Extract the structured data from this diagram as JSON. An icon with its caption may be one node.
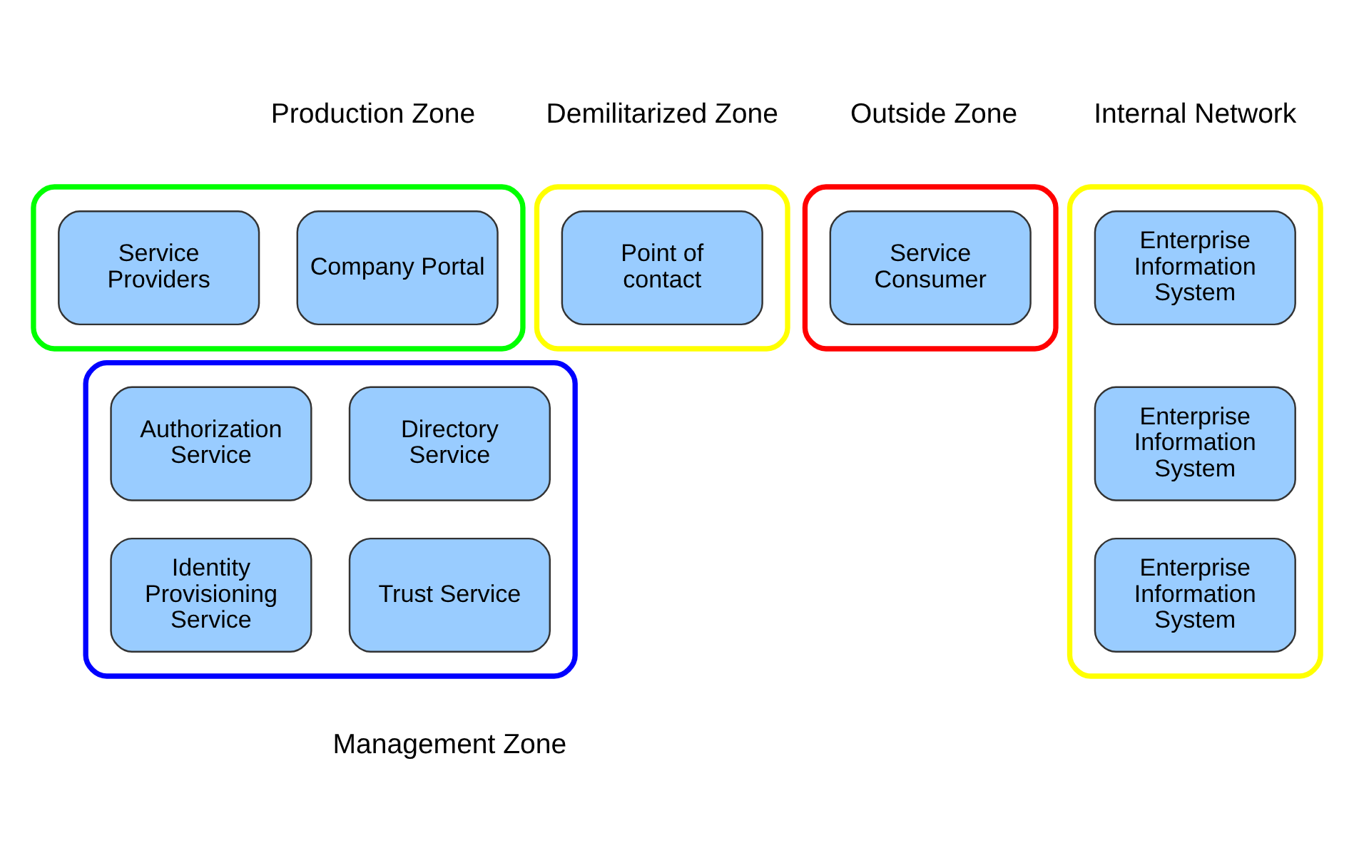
{
  "diagram": {
    "nodes": [
      {
        "text": [],
        "shape": "box"
      },
      {
        "text": [
          "Service Consumer"
        ],
        "in": 0
      },
      {
        "text": [],
        "shape": "box"
      },
      {
        "text": [
          "Point of contact"
        ],
        "in": 2
      },
      {
        "text": [],
        "shape": "box"
      },
      {
        "text": [
          "Company Portal"
        ],
        "in": 4
      },
      {
        "text": [
          "Service Providers"
        ],
        "in": 4
      },
      {
        "text": [],
        "shape": "box"
      },
      {
        "text": [
          "Directory Service"
        ],
        "in": 7
      },
      {
        "text": [
          "Authorization Service"
        ],
        "in": 7
      },
      {
        "text": [
          "Trust Service"
        ],
        "in": 7
      },
      {
        "text": [
          "Identity Provisioning Service"
        ],
        "in": 7
      },
      {
        "text": [],
        "shape": "box"
      },
      {
        "text": [
          "Enterprise Information System"
        ],
        "in": 12
      },
      {
        "text": [
          "Enterprise Information System"
        ],
        "in": 12
      },
      {
        "text": [
          "Enterprise Information System"
        ],
        "in": 12
      }
    ],
    "edges": [],
    "labels": [
      "Outside Zone",
      "Demilitarized Zone",
      "Production Zone",
      "Internal Network",
      "Management Zone"
    ]
  }
}
